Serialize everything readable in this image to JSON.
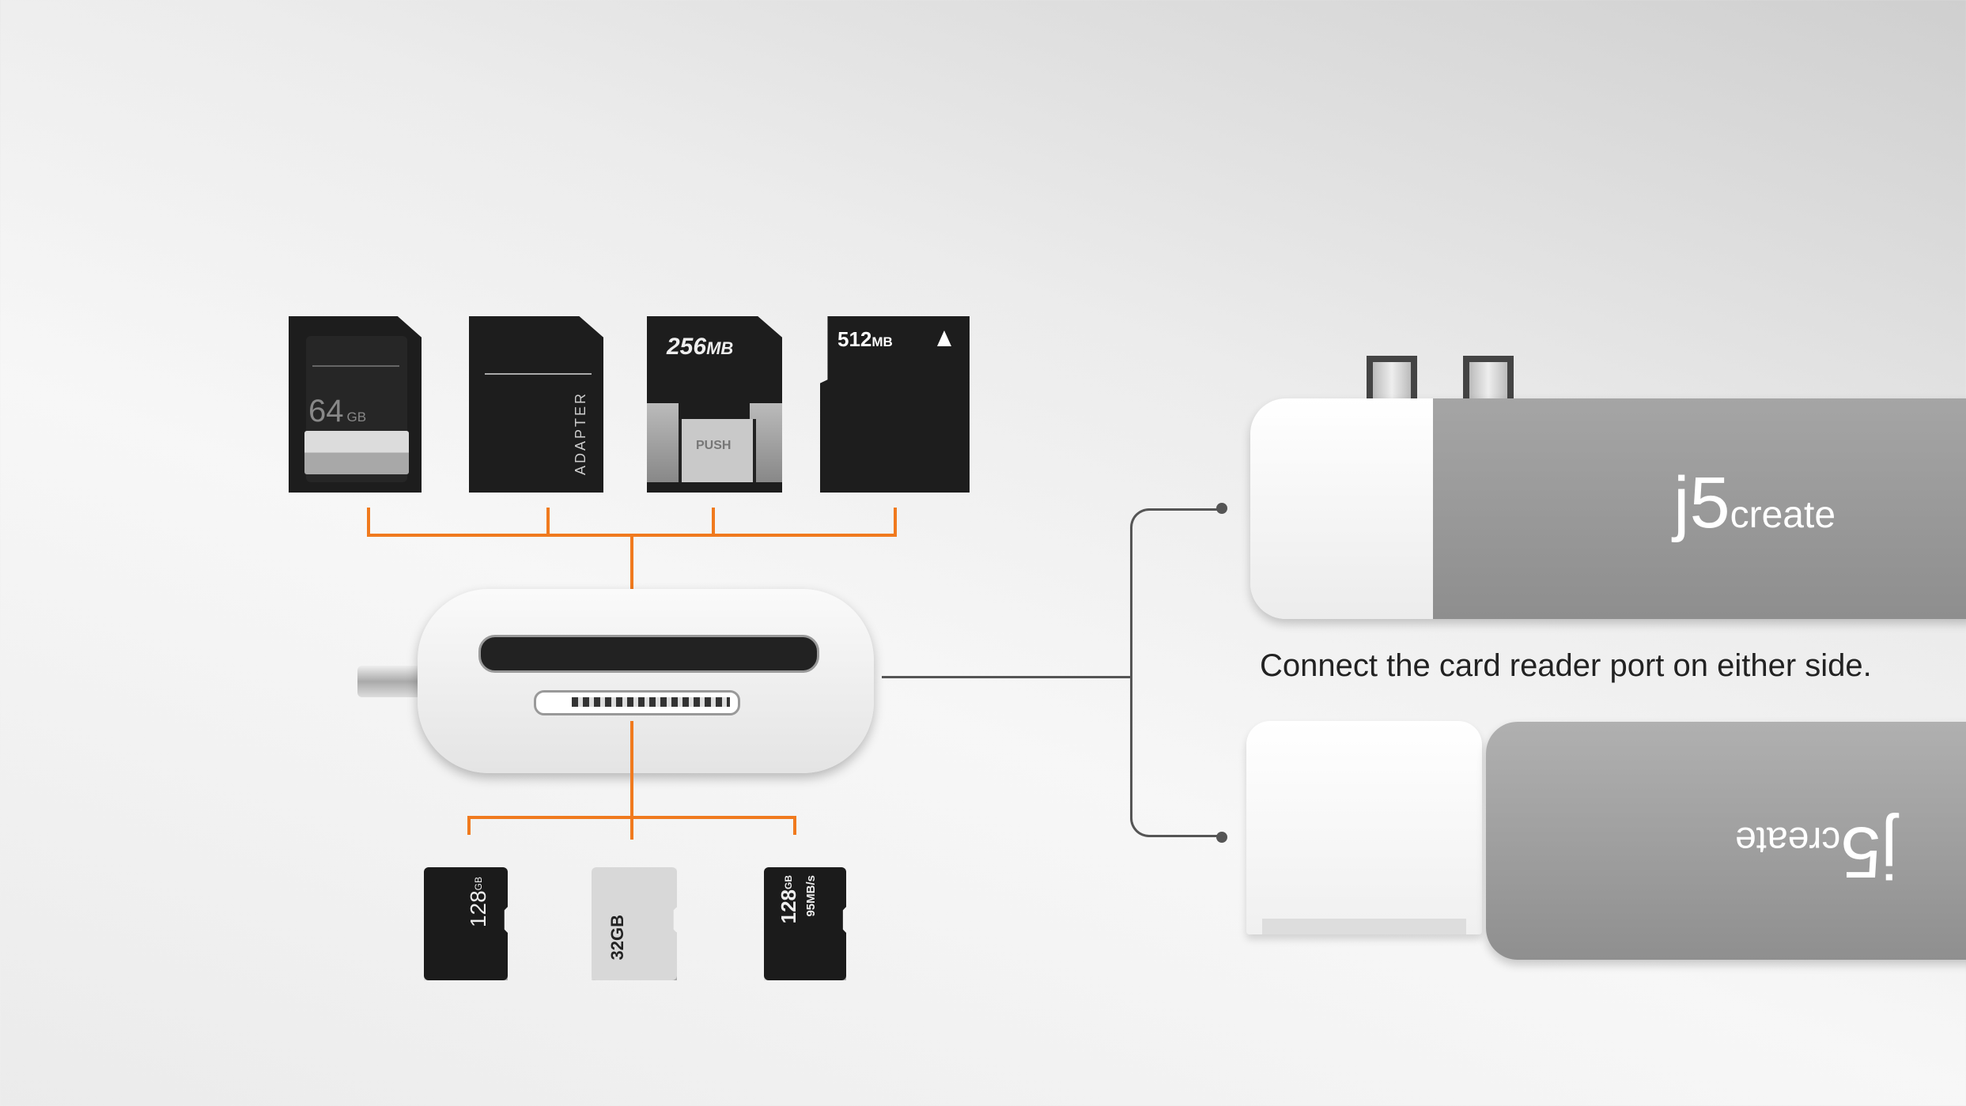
{
  "full_size_cards": [
    {
      "label": "64",
      "unit": "GB"
    },
    {
      "label": "ADAPTER"
    },
    {
      "label": "256",
      "unit": "MB",
      "button": "PUSH"
    },
    {
      "label": "512",
      "unit": "MB"
    }
  ],
  "micro_cards": [
    {
      "label": "128",
      "unit": "GB"
    },
    {
      "label": "32GB"
    },
    {
      "label": "128",
      "unit": "GB",
      "speed": "95MB/s"
    }
  ],
  "caption": "Connect the card reader port on either side.",
  "brand": {
    "mark": "j5",
    "word": "create"
  },
  "colors": {
    "connector": "#f07a1e",
    "bracket": "#555555",
    "device_grey": "#9a9a9a"
  }
}
